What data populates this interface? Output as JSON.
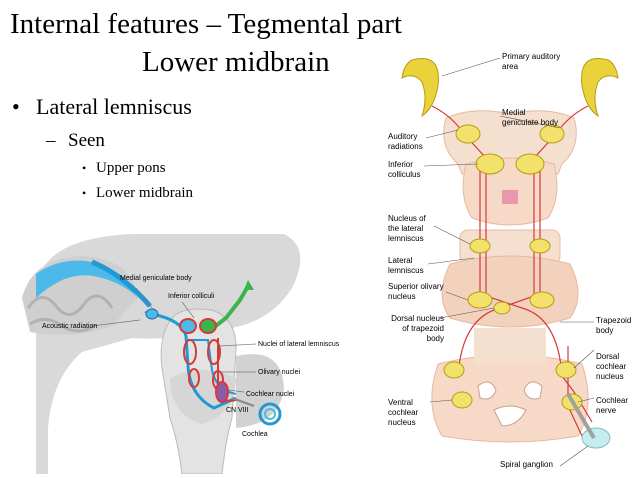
{
  "slide": {
    "title_line1": "Internal features – Tegmental part",
    "title_line2": "Lower midbrain",
    "bullets": {
      "level1": "Lateral lemniscus",
      "level2": "Seen",
      "level3": [
        "Upper pons",
        "Lower midbrain"
      ]
    }
  },
  "left_diagram": {
    "labels": {
      "medial_geniculate": "Medial geniculate body",
      "inferior_colliculi": "Inferior colliculi",
      "acoustic_radiation": "Acoustic radiation",
      "nuclei_lateral_lemniscus": "Nuclei of lateral lemniscus",
      "olivary_nuclei": "Olivary nuclei",
      "cochlear_nuclei": "Cochlear nuclei",
      "cn_viii": "CN VIII",
      "cochlea": "Cochlea"
    }
  },
  "right_diagram": {
    "labels": {
      "primary_auditory": "Primary auditory area",
      "medial_geniculate": "Medial geniculate body",
      "auditory_radiations": "Auditory radiations",
      "inferior_colliculus": "Inferior colliculus",
      "nucleus_lateral_lemniscus": "Nucleus of the lateral lemniscus",
      "lateral_lemniscus": "Lateral lemniscus",
      "superior_olivary": "Superior olivary nucleus",
      "dorsal_trapezoid": "Dorsal nucleus of trapezoid body",
      "trapezoid_body": "Trapezoid body",
      "dorsal_cochlear": "Dorsal cochlear nucleus",
      "ventral_cochlear": "Ventral cochlear nucleus",
      "cochlear_nerve": "Cochlear nerve",
      "spiral_ganglion": "Spiral ganglion"
    }
  },
  "colors": {
    "text": "#000000",
    "nucleus_yellow": "#f2e16a",
    "tissue_pink": "#f7d9c8",
    "cortex_yellow": "#e9d23a",
    "pathway_red": "#d43a3a",
    "pathway_blue": "#1f9ad6",
    "pathway_green": "#3bb54a",
    "brain_gray": "#c9c9c9"
  }
}
